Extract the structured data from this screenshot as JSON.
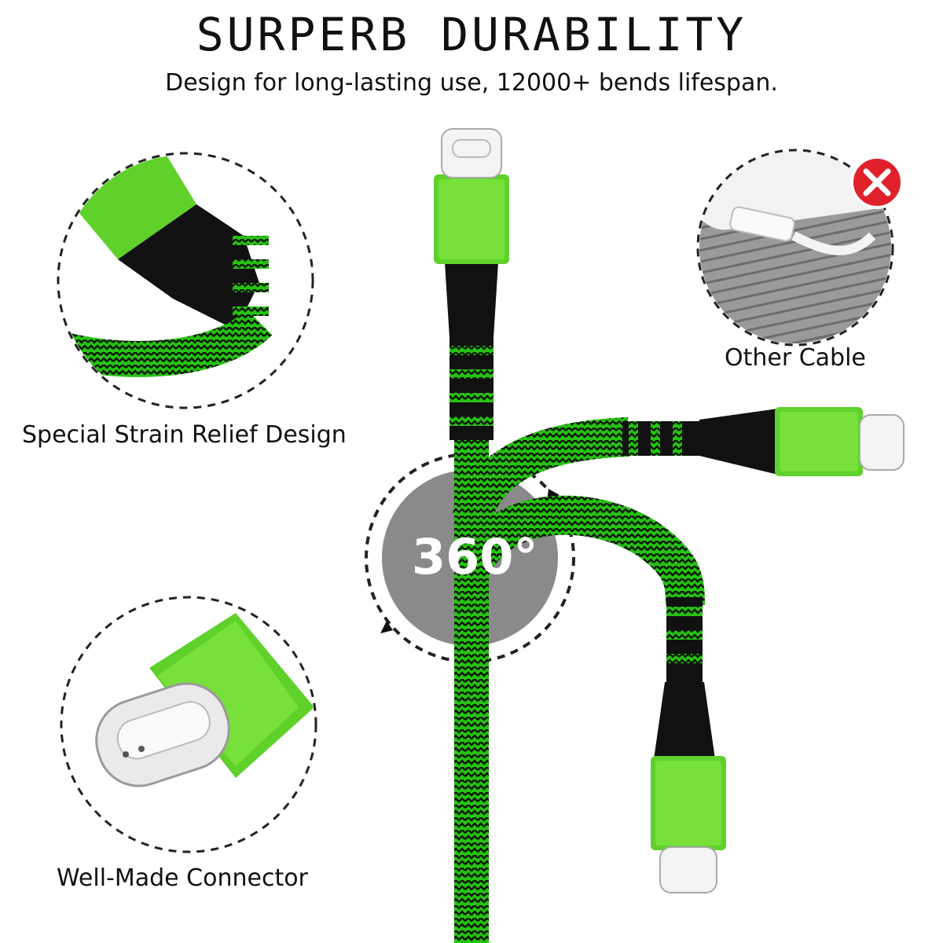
{
  "header": {
    "title": "SURPERB DURABILITY",
    "subtitle": "Design for long-lasting use, 12000+ bends lifespan."
  },
  "features": {
    "strain_relief": "Special Strain Relief Design",
    "connector": "Well-Made Connector",
    "other_cable": "Other Cable"
  },
  "rotation_badge": "360°",
  "colors": {
    "cable_green": "#2fd11a",
    "cable_black": "#0b1a08",
    "connector_green": "#5fd12a",
    "metal": "#e8e8e8",
    "badge_gray": "#8a8a8a",
    "reject_red": "#e0202a"
  },
  "icons": [
    "usb-c-connector-icon",
    "reject-x-icon",
    "rotation-arrow-icon"
  ]
}
